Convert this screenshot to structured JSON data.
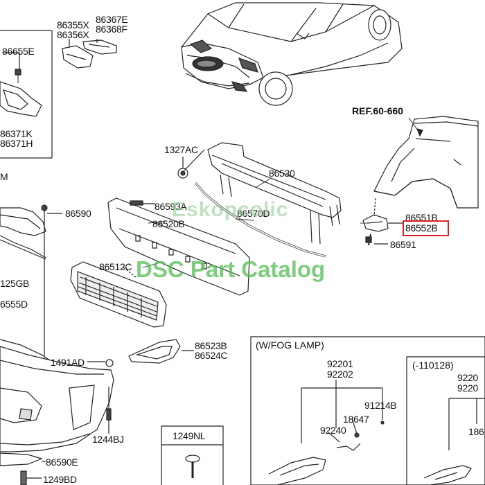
{
  "ref_label": "REF.60-660",
  "watermark": {
    "line1": "Eskopcolic",
    "line2": "DSC Part Catalog"
  },
  "labels": {
    "p86355x": "86355X",
    "p86356x": "86356X",
    "p86367e": "86367E",
    "p86368f": "86368F",
    "p86655e": "86655E",
    "p86371k": "86371K",
    "p86371h": "86371H",
    "pM": "M",
    "p1327ac": "1327AC",
    "p86530": "86530",
    "p86590": "86590",
    "p86593a": "86593A",
    "p86520b": "86520B",
    "p86570d": "86570D",
    "p86551b": "86551B",
    "p86552b": "86552B",
    "p86591": "86591",
    "p125gb": "125GB",
    "p6555d": "6555D",
    "p86512c": "86512C",
    "p1491ad": "1491AD",
    "p86523b": "86523B",
    "p86524c": "86524C",
    "p1244bj": "1244BJ",
    "p1249nl": "1249NL",
    "p86590e": "86590E",
    "p1249bd": "1249BD"
  },
  "fog_section": {
    "title": "(W/FOG LAMP)",
    "p92201": "92201",
    "p92202": "92202",
    "p91214b": "91214B",
    "p18647": "18647",
    "p92240": "92240"
  },
  "cut_section": {
    "title": "(-110128)",
    "p9220a": "9220",
    "p9220b": "9220",
    "p186": "186"
  },
  "highlight_color": "#dd2222",
  "watermark_color": "#5abf5a"
}
